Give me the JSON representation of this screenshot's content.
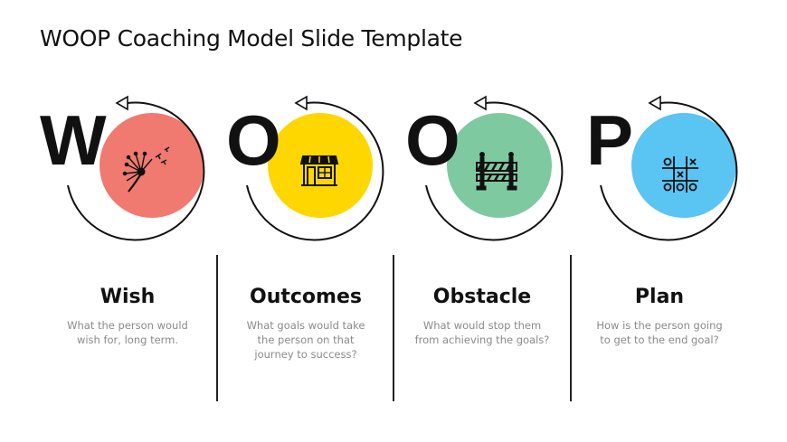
{
  "title": "WOOP Coaching Model Slide Template",
  "colors": {
    "wish": "#F07A70",
    "outcomes": "#FFD700",
    "obstacle": "#7FC9A0",
    "plan": "#5AC4F2",
    "line": "#111111"
  },
  "steps": [
    {
      "letter": "W",
      "heading": "Wish",
      "description": "What the person would wish for, long term.",
      "icon": "dandelion-icon"
    },
    {
      "letter": "O",
      "heading": "Outcomes",
      "description": "What goals would take the person on that journey to success?",
      "icon": "storefront-icon"
    },
    {
      "letter": "O",
      "heading": "Obstacle",
      "description": "What would stop them from achieving the goals?",
      "icon": "road-barrier-icon"
    },
    {
      "letter": "P",
      "heading": "Plan",
      "description": "How is the person going to get to the end goal?",
      "icon": "tic-tac-toe-icon"
    }
  ]
}
